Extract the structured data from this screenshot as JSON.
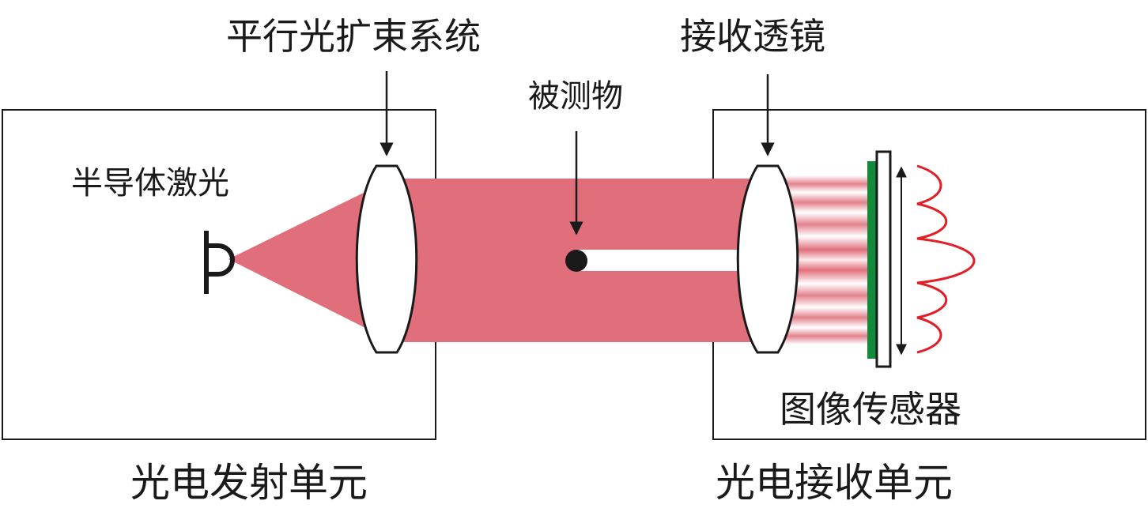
{
  "labels": {
    "emitter_unit": "光电发射单元",
    "receiver_unit": "光电接收单元",
    "collimator": "平行光扩束系统",
    "receiving_lens": "接收透镜",
    "object": "被测物",
    "laser": "半导体激光",
    "image_sensor": "图像传感器"
  },
  "colors": {
    "beam": "#e06f7b",
    "sensor_green": "#138a3a",
    "signal_red": "#e41e26",
    "outline": "#1a1a1a"
  }
}
